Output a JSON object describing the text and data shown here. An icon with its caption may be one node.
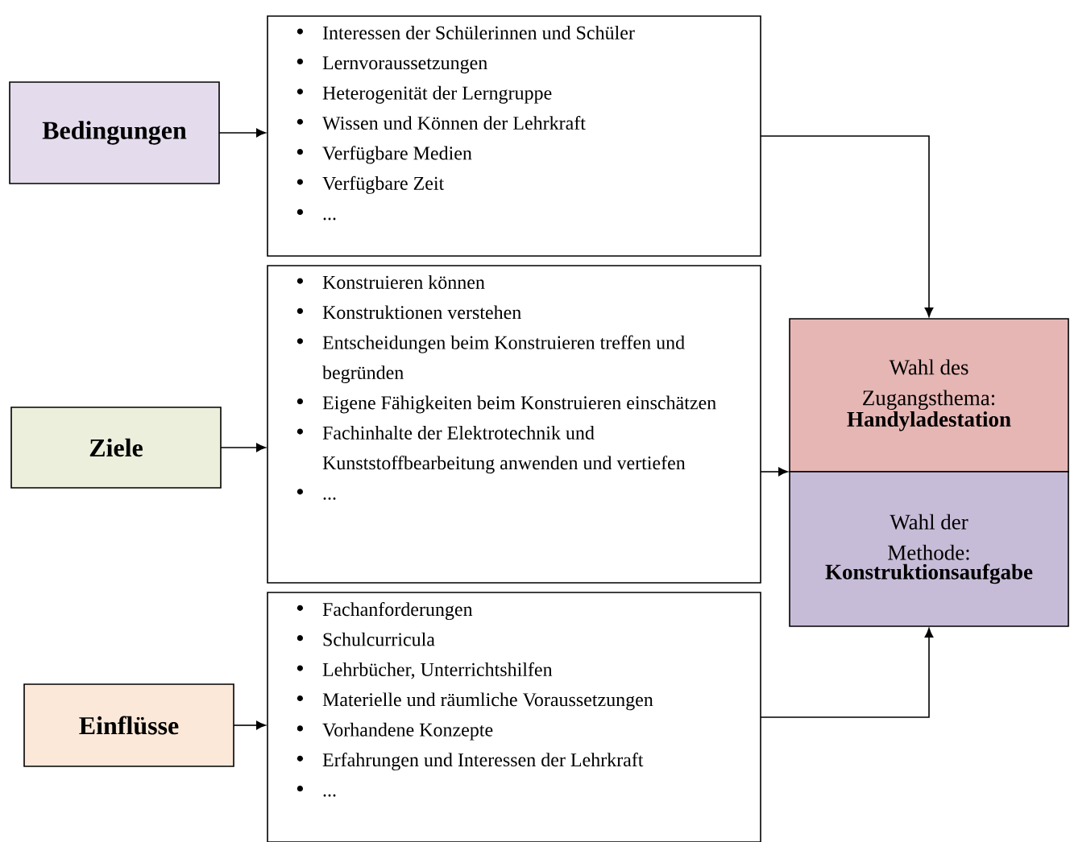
{
  "diagram": {
    "nodes": [
      {
        "text": [
          "Bedingungen"
        ]
      },
      {
        "text": [
          "Interessen der Schülerinnen und Schüler",
          "Lernvoraussetzungen",
          "Heterogenität der Lerngruppe",
          "Wissen und Können der Lehrkraft",
          "Verfügbare Medien",
          "Verfügbare Zeit",
          "..."
        ]
      },
      {
        "text": [
          "Ziele"
        ]
      },
      {
        "text": [
          "Konstruieren können",
          "Konstruktionen verstehen",
          "Entscheidungen beim Konstruieren treffen und begründen",
          "Eigene Fähigkeiten beim Konstruieren einschätzen",
          "Fachinhalte der Elektrotechnik und Kunststoffbearbeitung anwenden und vertiefen",
          "..."
        ]
      },
      {
        "text": [
          "Einflüsse"
        ]
      },
      {
        "text": [
          "Fachanforderungen",
          "Schulcurricula",
          "Lehrbücher, Unterrichtshilfen",
          "Materielle und räumliche Voraussetzungen",
          "Vorhandene Konzepte",
          "Erfahrungen und Interessen der Lehrkraft",
          "..."
        ]
      },
      {
        "text": [
          "Wahl des Zugangsthema:",
          "Handyladestation"
        ]
      },
      {
        "text": [
          "Wahl der Methode:",
          "Konstruktionsaufgabe"
        ]
      }
    ],
    "edges": [
      {
        "from": 0,
        "to": 1,
        "arrow": "to"
      },
      {
        "from": 2,
        "to": 3,
        "arrow": "to"
      },
      {
        "from": 4,
        "to": 5,
        "arrow": "to"
      },
      {
        "from": 1,
        "to": 6,
        "arrow": "to"
      },
      {
        "from": 3,
        "to": 7,
        "arrow": "to"
      },
      {
        "from": 5,
        "to": 7,
        "arrow": "to"
      }
    ]
  }
}
